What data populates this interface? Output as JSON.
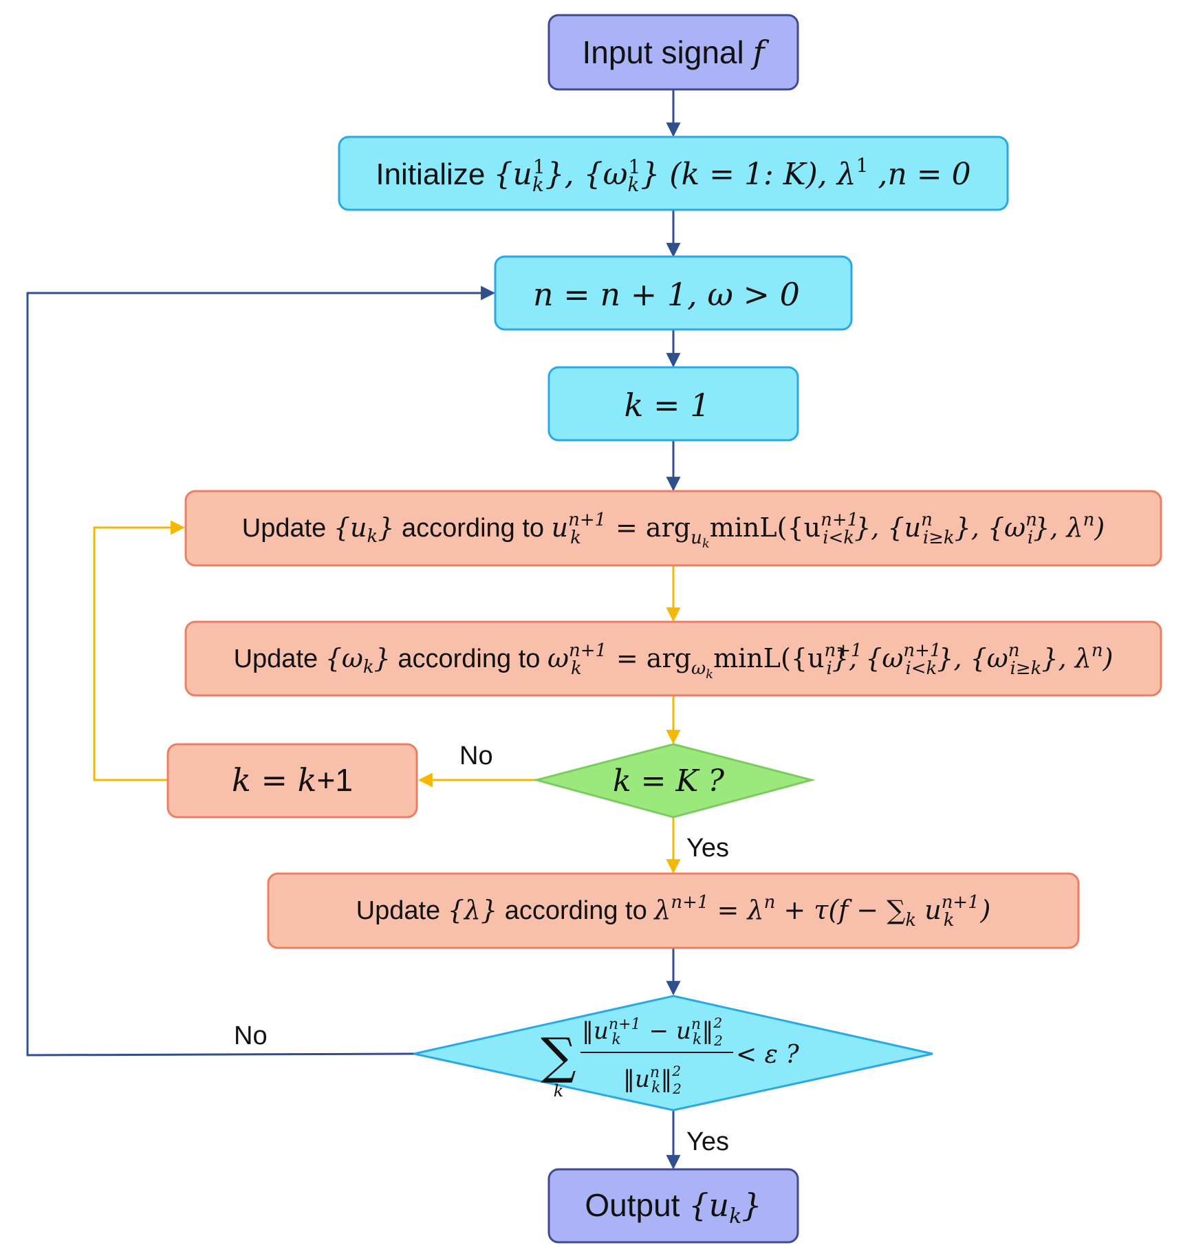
{
  "colors": {
    "terminal_fill": "#a9b3f5",
    "terminal_stroke": "#3f4a8f",
    "process_fill": "#8ae9fb",
    "process_stroke": "#2aa7e6",
    "update_fill": "#f8bfaa",
    "update_stroke": "#ec7f62",
    "decision_k_fill": "#9be87d",
    "decision_k_stroke": "#7ccb5e",
    "decision_conv_fill": "#8ae9fb",
    "decision_conv_stroke": "#2aa7e6",
    "arrow_blue": "#2f4f8f",
    "arrow_yellow": "#f5b800"
  },
  "nodes": {
    "input": {
      "prefix": "Input signal ",
      "var": "f"
    },
    "init": {
      "label": "Initialize ",
      "math": "{u",
      "math_sub": "k",
      "math_sup": "1",
      "math2": "},  {ω",
      "math2_sub": "k",
      "math2_sup": "1",
      "math3": "} (k = 1: K), λ",
      "math3_sup": "1",
      "math4": " ,n = 0"
    },
    "n_update": {
      "expr": "n = n + 1, ω > 0"
    },
    "k_init": {
      "expr": "k = 1"
    },
    "update_u": {
      "prefix": "Update ",
      "set": "{u",
      "set_sub": "k",
      "set_end": "}",
      "mid": " according to ",
      "lhs": "u",
      "lhs_sup": "n+1",
      "lhs_sub": "k",
      "rhs1": " = arg",
      "rhs1_sub": "u",
      "rhs1_subsub": "k",
      "rhs2": "minL({u",
      "rhs2_sup": "n+1",
      "rhs2_sub": "i<k",
      "rhs3": "}, {u",
      "rhs3_sup": "n",
      "rhs3_sub": "i≥k",
      "rhs4": "}, {ω",
      "rhs4_sup": "n",
      "rhs4_sub": "i",
      "rhs5": "}, λ",
      "rhs5_sup": "n",
      "rhs6": ")"
    },
    "update_w": {
      "prefix": "Update ",
      "set": "{ω",
      "set_sub": "k",
      "set_end": "}",
      "mid": " according to ",
      "lhs": "ω",
      "lhs_sup": "n+1",
      "lhs_sub": "k",
      "rhs1": " = arg",
      "rhs1_sub": "ω",
      "rhs1_subsub": "k",
      "rhs2": "minL({u",
      "rhs2_sup": "n+1",
      "rhs2_sub": "i",
      "rhs3": "}, {ω",
      "rhs3_sup": "n+1",
      "rhs3_sub": "i<k",
      "rhs4": "}, {ω",
      "rhs4_sup": "n",
      "rhs4_sub": "i≥k",
      "rhs5": "}, λ",
      "rhs5_sup": "n",
      "rhs6": ")"
    },
    "k_incr": {
      "lhs": "k = k",
      "rhs": "+1"
    },
    "k_check": {
      "expr": "k = K ?"
    },
    "update_lambda": {
      "prefix": "Update ",
      "set": "{λ}",
      "mid": " according to ",
      "lhs": "λ",
      "lhs_sup": "n+1",
      "rhs1": " = λ",
      "rhs1_sup": "n",
      "rhs2": " + τ(f − ∑",
      "rhs2_sub": "k",
      "rhs3": " u",
      "rhs3_sup": "n+1",
      "rhs3_sub": "k",
      "rhs4": ")"
    },
    "conv_check": {
      "sum": "∑",
      "sum_sub": "k",
      "num": "‖u",
      "num_sup": "n+1",
      "num_sub": "k",
      "num_mid": " − u",
      "num_mid_sup": "n",
      "num_mid_sub": "k",
      "num_end": "‖",
      "num_end_sup": "2",
      "num_end_sub": "2",
      "den": "‖u",
      "den_sup": "n",
      "den_sub": "k",
      "den_end": "‖",
      "den_end_sup": "2",
      "den_end_sub": "2",
      "tail": " < ε ?"
    },
    "output": {
      "prefix": "Output ",
      "set": "{u",
      "set_sub": "k",
      "set_end": "}"
    }
  },
  "edge_labels": {
    "k_no": "No",
    "k_yes": "Yes",
    "conv_no": "No",
    "conv_yes": "Yes"
  }
}
